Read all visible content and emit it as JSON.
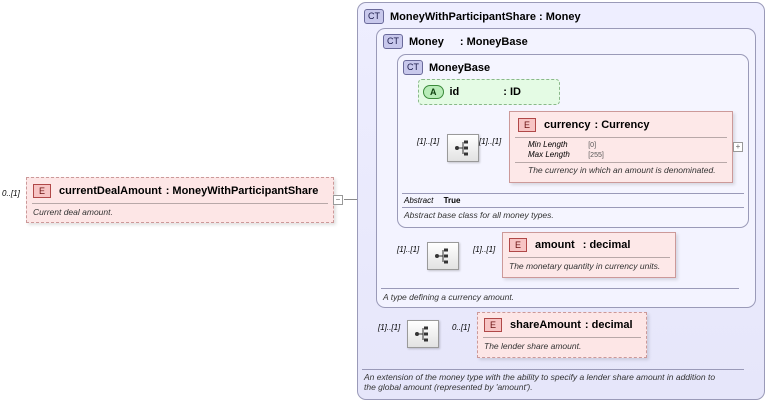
{
  "root_element": {
    "cardinality": "0..[1]",
    "badge": "E",
    "name": "currentDealAmount",
    "type": ": MoneyWithParticipantShare",
    "description": "Current deal amount."
  },
  "outer_type": {
    "badge": "CT",
    "title": "MoneyWithParticipantShare : Money",
    "description_line1": "An extension of the money type with the ability to specify a lender share amount in addition to",
    "description_line2": "the global amount (represented by 'amount')."
  },
  "money_type": {
    "badge": "CT",
    "name": "Money",
    "base": ": MoneyBase",
    "description": "A type defining a currency amount."
  },
  "money_base": {
    "badge": "CT",
    "title": "MoneyBase",
    "abstract_label": "Abstract",
    "abstract_value": "True",
    "description": "Abstract base class for all money types."
  },
  "id_attribute": {
    "badge": "A",
    "name": "id",
    "type": ": ID"
  },
  "currency_element": {
    "seq_card_left": "[1]..[1]",
    "seq_card_right": "[1]..[1]",
    "badge": "E",
    "name": "currency",
    "type": ": Currency",
    "facet1_label": "Min Length",
    "facet1_value": "[0]",
    "facet2_label": "Max Length",
    "facet2_value": "[255]",
    "description": "The currency in which an amount is denominated.",
    "expander": "+"
  },
  "amount_element": {
    "seq_card_left": "[1]..[1]",
    "seq_card_right": "[1]..[1]",
    "badge": "E",
    "name": "amount",
    "type": ": decimal",
    "description": "The monetary quantity in currency units."
  },
  "share_element": {
    "seq_card_left": "[1]..[1]",
    "seq_card_right": "0..[1]",
    "badge": "E",
    "name": "shareAmount",
    "type": ": decimal",
    "description": "The lender share amount."
  },
  "root_expander": "−"
}
